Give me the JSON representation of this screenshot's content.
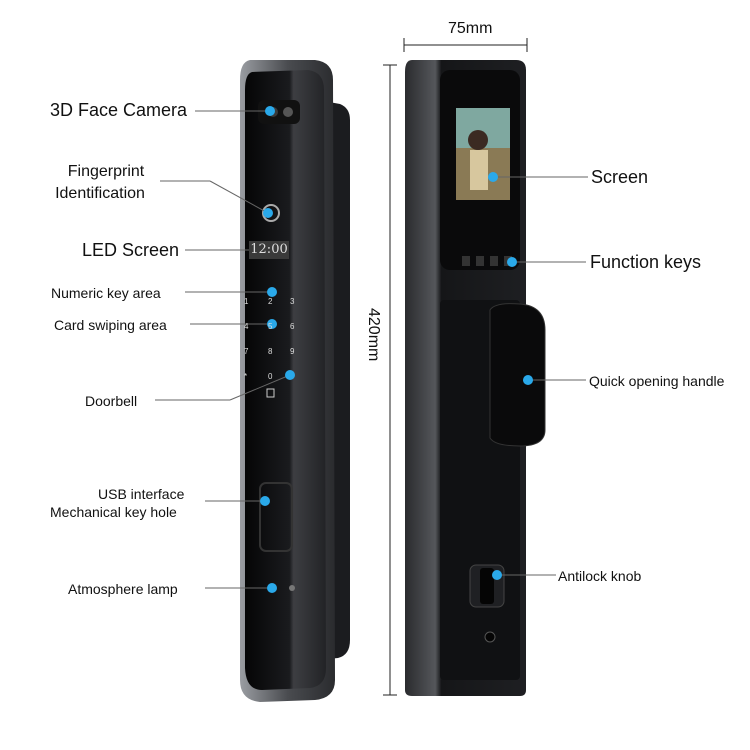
{
  "dimensions": {
    "width": "75mm",
    "height": "420mm"
  },
  "left_labels": {
    "face_camera": "3D Face Camera",
    "fingerprint_1": "Fingerprint",
    "fingerprint_2": "Identification",
    "led_screen": "LED Screen",
    "numeric_keys": "Numeric key area",
    "card_swipe": "Card swiping area",
    "doorbell": "Doorbell",
    "usb_1": "USB interface",
    "usb_2": "Mechanical key hole",
    "atmosphere_lamp": "Atmosphere lamp"
  },
  "right_labels": {
    "screen": "Screen",
    "function_keys": "Function keys",
    "handle": "Quick opening handle",
    "antilock": "Antilock knob"
  },
  "lcd_time": "12:00",
  "keypad": [
    "1",
    "2",
    "3",
    "4",
    "5",
    "6",
    "7",
    "8",
    "9",
    "*",
    "0",
    "#"
  ],
  "colors": {
    "marker": "#2aa9ea",
    "body": "#0d0d0f",
    "frame": "#6b6e73"
  }
}
